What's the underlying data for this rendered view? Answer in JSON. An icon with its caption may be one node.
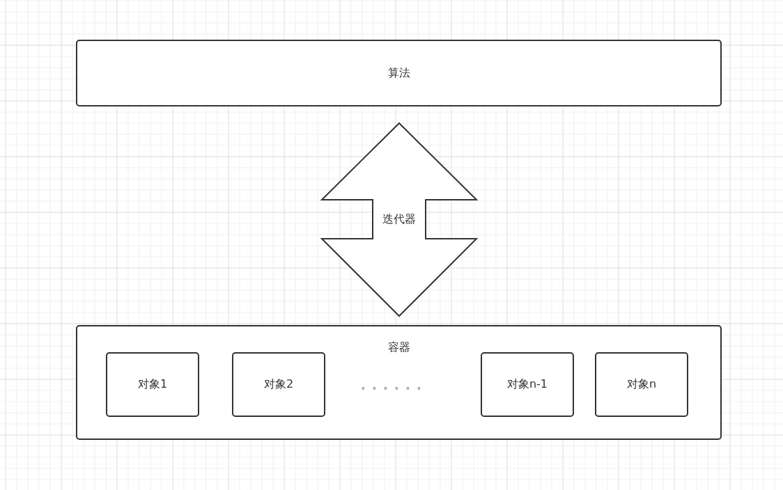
{
  "diagram": {
    "nodes": [
      {
        "text": [
          "算法"
        ]
      },
      {
        "text": [
          "迭代器"
        ]
      },
      {
        "text": [
          "容器"
        ]
      },
      {
        "text": [
          "对象1"
        ],
        "in": 2
      },
      {
        "text": [
          "对象2"
        ],
        "in": 2
      },
      {
        "text": [
          "对象n-1"
        ],
        "in": 2
      },
      {
        "text": [
          "对象n"
        ],
        "in": 2
      }
    ],
    "labels": [
      "。。。。。。"
    ]
  }
}
